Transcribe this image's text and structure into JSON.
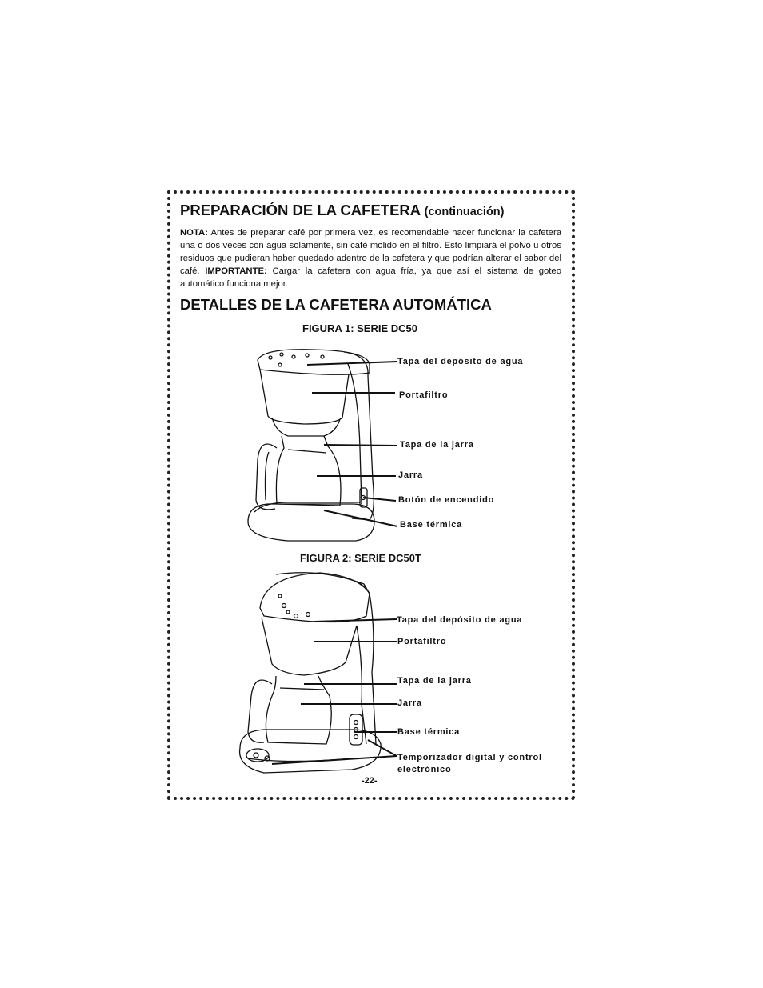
{
  "heading": {
    "title": "PREPARACIÓN DE LA CAFETERA",
    "subtitle": "(continuación)"
  },
  "note": {
    "nota_label": "NOTA:",
    "nota_text": " Antes de preparar café por primera vez, es recomendable hacer funcionar la cafetera una o dos veces con agua solamente, sin café molido en el filtro.  Esto limpiará el polvo u otros residuos que pudieran haber quedado adentro de la cafetera y que podrían alterar el sabor del café.  ",
    "importante_label": "IMPORTANTE:",
    "importante_text": " Cargar la cafetera con agua fría, ya que así el sistema de goteo automático funciona mejor."
  },
  "section": {
    "title": "DETALLES DE LA CAFETERA AUTOMÁTICA"
  },
  "figure1": {
    "caption": "FIGURA 1: SERIE DC50",
    "labels": [
      "Tapa del depósito de agua",
      "Portafiltro",
      "Tapa de la jarra",
      "Jarra",
      "Botón de encendido",
      "Base térmica"
    ]
  },
  "figure2": {
    "caption": "FIGURA 2: SERIE DC50T",
    "labels": [
      "Tapa del depósito de agua",
      "Portafiltro",
      "Tapa de la jarra",
      "Jarra",
      "Base térmica",
      "Temporizador digital y control electrónico"
    ]
  },
  "footer": {
    "page_number": "-22-"
  }
}
